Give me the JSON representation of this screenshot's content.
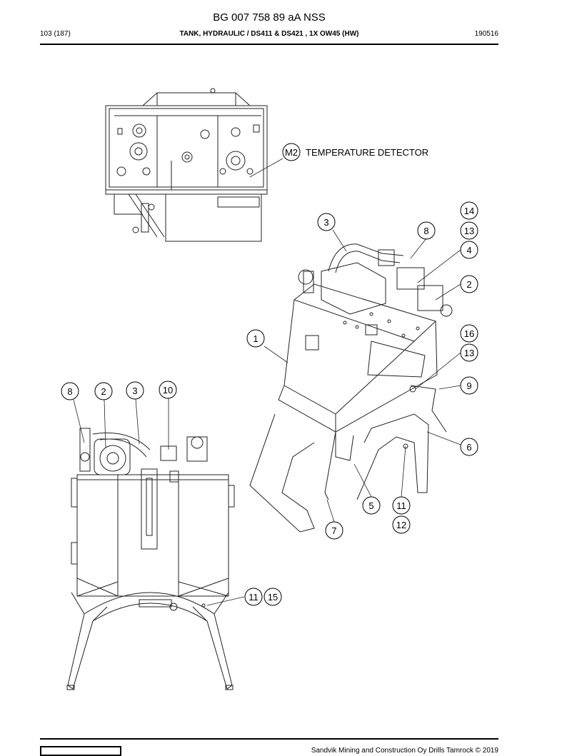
{
  "header": {
    "document_title": "BG 007 758 89 aA NSS",
    "page_number": "103 (187)",
    "section_title": "TANK, HYDRAULIC / DS411 & DS421 , 1X OW45 (HW)",
    "date_code": "190516"
  },
  "drawing": {
    "callout_labels": {
      "m2": "M2",
      "temperature_detector": "TEMPERATURE DETECTOR"
    },
    "item_numbers": {
      "iso_14": "14",
      "iso_3": "3",
      "iso_8": "8",
      "iso_13a": "13",
      "iso_4": "4",
      "iso_2": "2",
      "iso_1": "1",
      "iso_16": "16",
      "iso_13b": "13",
      "iso_9": "9",
      "iso_6": "6",
      "iso_5": "5",
      "iso_11": "11",
      "iso_12": "12",
      "iso_7": "7",
      "front_8": "8",
      "front_2": "2",
      "front_3": "3",
      "front_10": "10",
      "front_11": "11",
      "front_15": "15"
    }
  },
  "footer": {
    "copyright": "Sandvik Mining and Construction Oy Drills Tamrock © 2019"
  }
}
